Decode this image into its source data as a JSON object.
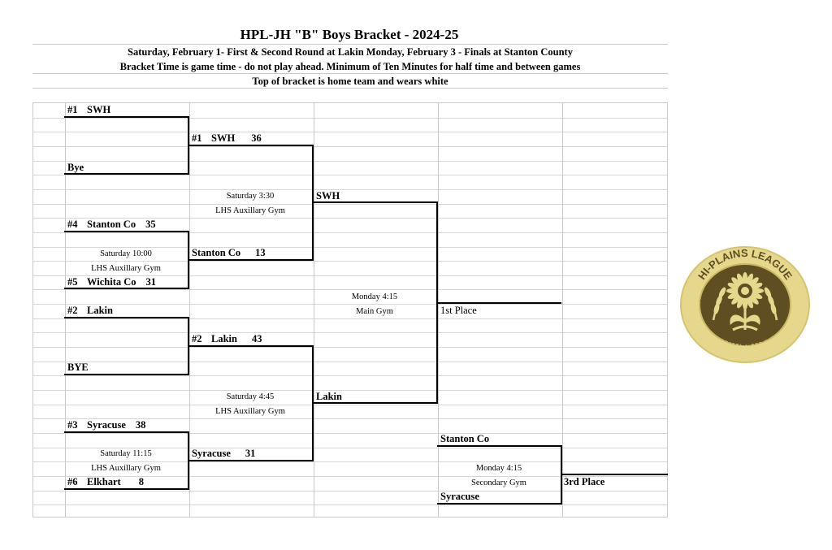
{
  "title": "HPL-JH \"B\" Boys Bracket - 2024-25",
  "header": {
    "line1": "Saturday, February 1- First & Second Round at Lakin       Monday, February 3 - Finals at Stanton County",
    "line2": "Bracket Time is game time - do not play ahead.  Minimum of Ten Minutes for half time and between games",
    "line3": "Top of bracket is home team and wears white"
  },
  "round1": [
    {
      "seed": "#1",
      "name": "SWH",
      "score": ""
    },
    {
      "seed": "",
      "name": "Bye",
      "score": ""
    },
    {
      "seed": "#4",
      "name": "Stanton Co",
      "score": "35"
    },
    {
      "seed": "#5",
      "name": "Wichita Co",
      "score": "31"
    },
    {
      "seed": "#2",
      "name": "Lakin",
      "score": ""
    },
    {
      "seed": "",
      "name": "BYE",
      "score": ""
    },
    {
      "seed": "#3",
      "name": "Syracuse",
      "score": "38"
    },
    {
      "seed": "#6",
      "name": "Elkhart",
      "score": "8"
    }
  ],
  "round1_notes": [
    {
      "time": "Saturday 10:00",
      "place": "LHS Auxillary Gym"
    },
    {
      "time": "Saturday 11:15",
      "place": "LHS Auxillary Gym"
    }
  ],
  "round2": [
    {
      "seed": "#1",
      "name": "SWH",
      "score": "36"
    },
    {
      "seed": "",
      "name": "Stanton Co",
      "score": "13"
    },
    {
      "seed": "#2",
      "name": "Lakin",
      "score": "43"
    },
    {
      "seed": "",
      "name": "Syracuse",
      "score": "31"
    }
  ],
  "round2_notes": [
    {
      "time": "Saturday 3:30",
      "place": "LHS Auxillary Gym"
    },
    {
      "time": "Saturday 4:45",
      "place": "LHS Auxillary Gym"
    }
  ],
  "semis": [
    {
      "name": "SWH"
    },
    {
      "name": "Lakin"
    }
  ],
  "final_note": {
    "time": "Monday 4:15",
    "place": "Main Gym"
  },
  "first_place_label": "1st Place",
  "consolation": [
    {
      "name": "Stanton Co"
    },
    {
      "name": "Syracuse"
    }
  ],
  "consolation_note": {
    "time": "Monday 4:15",
    "place": "Secondary Gym"
  },
  "third_place_label": "3rd Place",
  "logo": {
    "top_text": "HI-PLAINS LEAGUE",
    "bottom_text": "ACADEMICS•ATHLETICS•ACTIVITIES",
    "ring_color": "#e5d88d",
    "inner_color": "#5e4e22"
  }
}
